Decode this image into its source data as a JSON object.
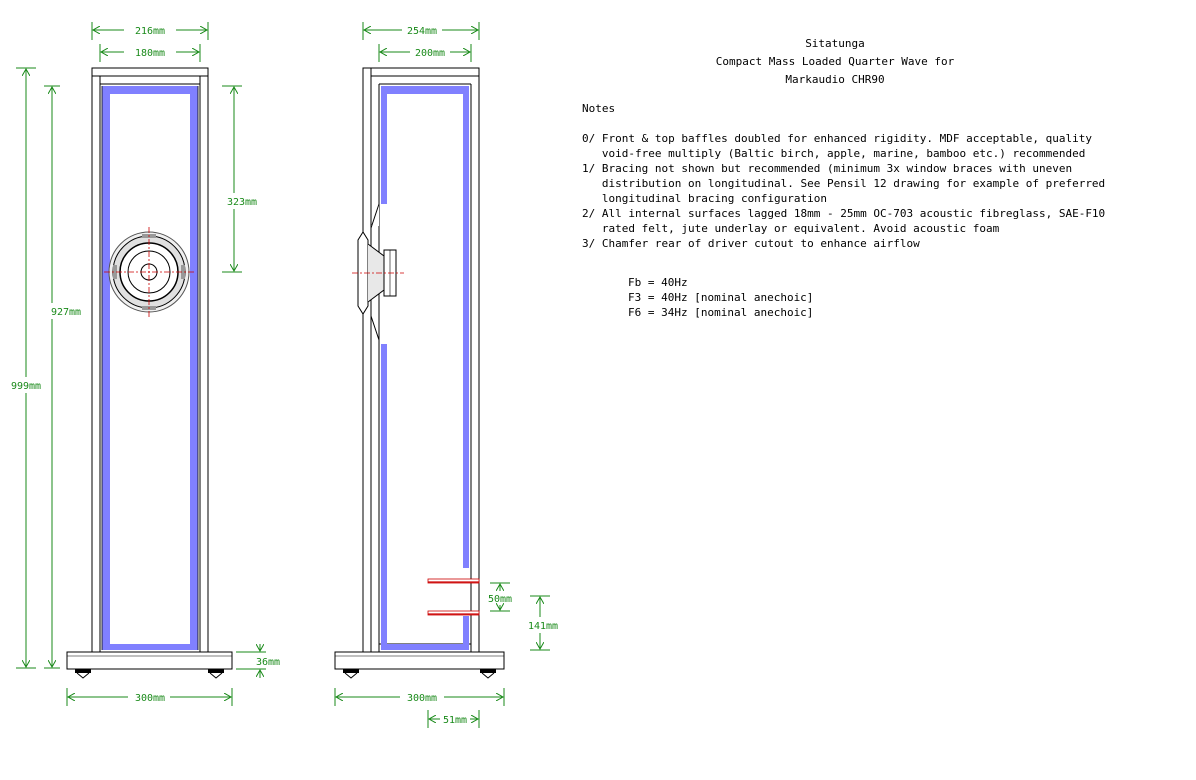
{
  "title": {
    "line1": "Sitatunga",
    "line2": "Compact Mass Loaded Quarter Wave for",
    "line3": "Markaudio CHR90"
  },
  "notes": {
    "heading": "Notes",
    "items": [
      "0/ Front & top baffles doubled for enhanced rigidity. MDF acceptable, quality",
      "   void-free multiply (Baltic birch, apple, marine, bamboo etc.) recommended",
      "1/ Bracing not shown but recommended (minimum 3x window braces with uneven",
      "   distribution on longitudinal. See Pensil 12 drawing for example of preferred",
      "   longitudinal bracing configuration",
      "2/ All internal surfaces lagged 18mm - 25mm OC-703 acoustic fibreglass, SAE-F10",
      "   rated felt, jute underlay or equivalent. Avoid acoustic foam",
      "3/ Chamfer rear of driver cutout to enhance airflow"
    ],
    "specs": [
      "Fb = 40Hz",
      "F3 = 40Hz [nominal anechoic]",
      "F6 = 34Hz [nominal anechoic]"
    ]
  },
  "dimensions": {
    "front_outer_width": "216mm",
    "front_inner_width": "180mm",
    "driver_height": "323mm",
    "inner_height": "927mm",
    "total_height": "999mm",
    "plinth_thickness": "36mm",
    "front_plinth_width": "300mm",
    "side_outer_depth": "254mm",
    "side_inner_depth": "200mm",
    "port_height": "50mm",
    "port_position": "141mm",
    "side_plinth_width": "300mm",
    "plinth_offset": "51mm"
  },
  "colors": {
    "dimension": "#1a8a1a",
    "lagging": "#8080ff",
    "port": "#cc0000",
    "outline": "#000000"
  }
}
